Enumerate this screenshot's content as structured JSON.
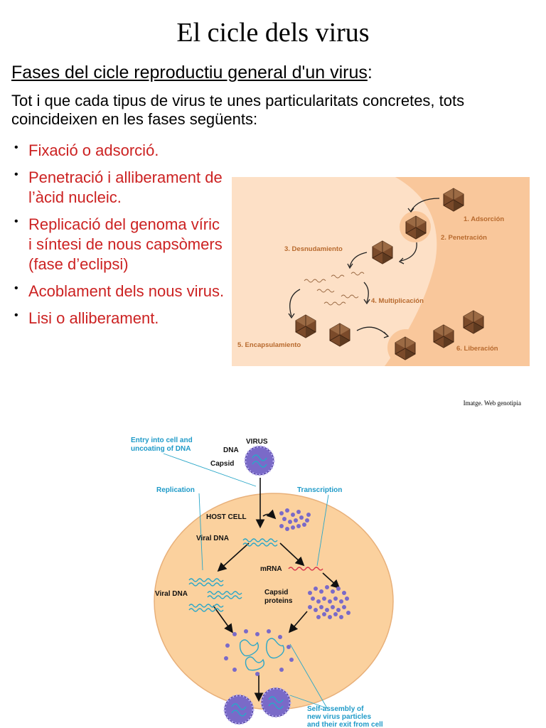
{
  "title": "El cicle dels virus",
  "subtitle": {
    "underlined": "Fases del cicle reproductiu general d'un virus",
    "suffix": ":"
  },
  "intro": "Tot i que cada tipus de virus te unes particularitats concretes, tots coincideixen en les fases següents:",
  "phases": [
    "Fixació o adsorció.",
    "Penetració i alliberament de l’àcid nucleic.",
    "Replicació del genoma víric i síntesi de nous capsòmers (fase d’eclipsi)",
    "Acoblament dels nous virus.",
    "Lisi o alliberament."
  ],
  "bullet_symbol": "•",
  "figure1": {
    "labels": {
      "adsorcion": "1. Adsorción",
      "penetracion": "2. Penetración",
      "desnudamiento": "3. Desnudamiento",
      "multiplicacion": "4. Multiplicación",
      "encapsulamiento": "5. Encapsulamiento",
      "liberacion": "6. Liberación"
    },
    "colors": {
      "outer": "#f9c79b",
      "cell": "#fde0c6",
      "virus": "#7a4a2a",
      "label": "#b86a2e"
    }
  },
  "caption": "Imatge. Web genotipia",
  "figure2": {
    "labels": {
      "entry": "Entry into cell and",
      "entry2": "uncoating of DNA",
      "virus": "VIRUS",
      "dna": "DNA",
      "capsid": "Capsid",
      "replication": "Replication",
      "transcription": "Transcription",
      "host_cell": "HOST CELL",
      "viral_dna_1": "Viral DNA",
      "mrna": "mRNA",
      "viral_dna_2": "Viral DNA",
      "capsid_proteins": "Capsid",
      "capsid_proteins2": "proteins",
      "self_assembly": "Self-assembly of",
      "self_assembly2": "new virus particles",
      "self_assembly3": "and their exit from cell"
    },
    "colors": {
      "cell": "#fbd19e",
      "virus": "#7a6ac8",
      "dna": "#2aa7c8",
      "label": "#1e9ac8"
    }
  }
}
